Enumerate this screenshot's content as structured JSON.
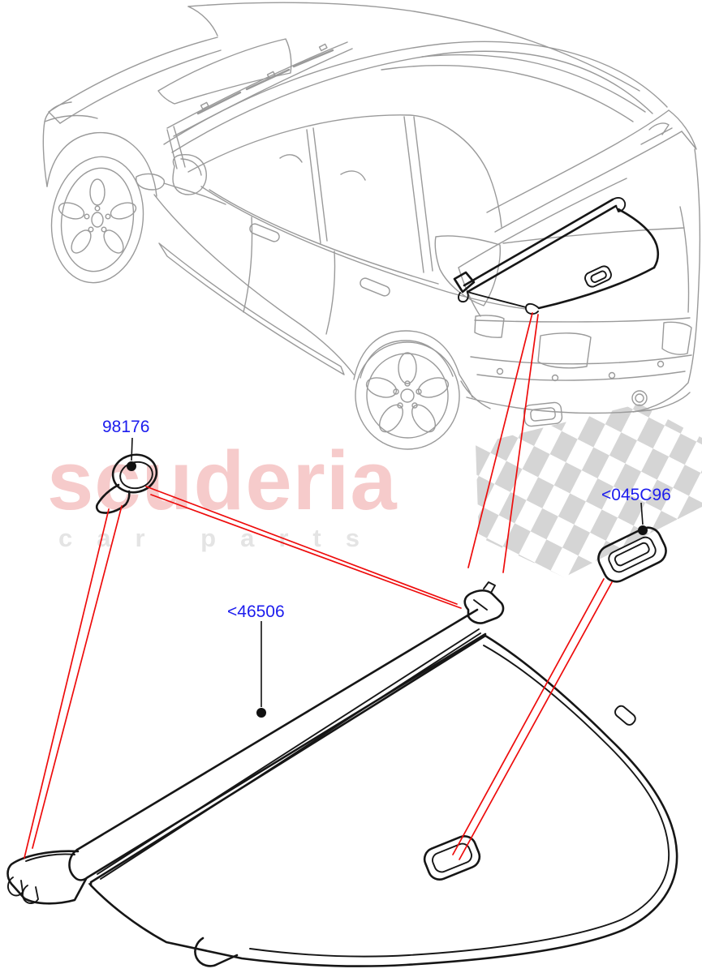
{
  "watermark": {
    "brand": "scuderia",
    "tagline": "car parts"
  },
  "labels": {
    "clip": "98176",
    "cover": "<46506",
    "bezel": "<045C96"
  },
  "colors": {
    "label-blue": "#1c1cee",
    "leader-red": "#ee0c0c",
    "car-gray": "#9a9a9a",
    "part-black": "#161616",
    "wm-pink": "#f6cbcb",
    "wm-gray": "#e4e4e4",
    "checker-gray": "#d5d5d5"
  }
}
